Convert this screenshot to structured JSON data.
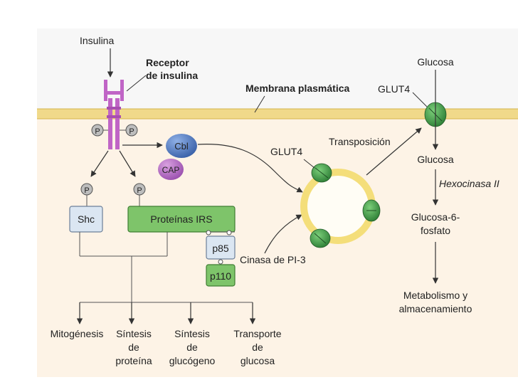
{
  "labels": {
    "insulin": "Insulina",
    "receptor_line1": "Receptor",
    "receptor_line2": "de insulina",
    "membrane": "Membrana plasmática",
    "p": "P",
    "cbl": "Cbl",
    "cap": "CAP",
    "shc": "Shc",
    "irs": "Proteínas IRS",
    "p85": "p85",
    "p110": "p110",
    "pi3k": "Cinasa de PI-3",
    "glut4_vesicle": "GLUT4",
    "glut4_membrane": "GLUT4",
    "translocation": "Transposición",
    "glucose_top": "Glucosa",
    "glucose_mid": "Glucosa",
    "hexokinase": "Hexocinasa II",
    "g6p_line1": "Glucosa-6-",
    "g6p_line2": "fosfato",
    "metab_line1": "Metabolismo y",
    "metab_line2": "almacenamiento"
  },
  "outputs": [
    {
      "lines": [
        "Mitogénesis"
      ]
    },
    {
      "lines": [
        "Síntesis",
        "de",
        "proteína"
      ]
    },
    {
      "lines": [
        "Síntesis",
        "de",
        "glucógeno"
      ]
    },
    {
      "lines": [
        "Transporte",
        "de",
        "glucosa"
      ]
    }
  ],
  "colors": {
    "cytoplasm": "#fdf3e6",
    "membrane": "#f0d98a",
    "receptor": "#c065c6",
    "cbl": "#4a74bd",
    "cap": "#b56cc6",
    "irs_box": "#7ec46a",
    "shc_box": "#dbe6f2",
    "glut": "#3a9a45",
    "vesicle": "#f4de7a"
  }
}
